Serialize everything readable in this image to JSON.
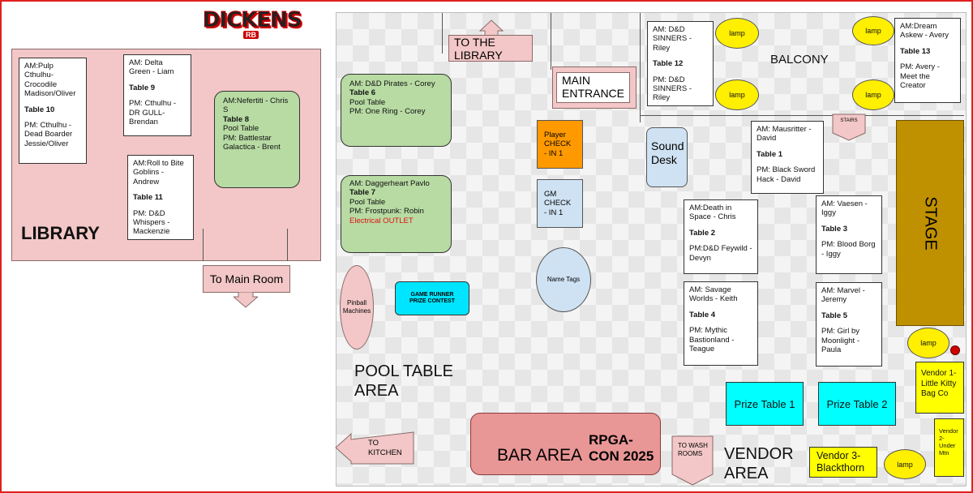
{
  "logo": {
    "text": "DICKENS",
    "sub": "RB"
  },
  "library": {
    "label": "LIBRARY",
    "table10": {
      "am": "AM:Pulp Cthulhu-Crocodile Madison/Oliver",
      "table": "Table 10",
      "pm": "PM: Cthulhu - Dead Boarder Jessie/Oliver"
    },
    "table9": {
      "am": "AM: Delta Green - Liam",
      "table": "Table 9",
      "pm": "PM: Cthulhu -DR GULL- Brendan"
    },
    "table8": {
      "am": "AM:Nefertiti - Chris S",
      "table": "Table 8",
      "sub": "Pool Table",
      "pm": "PM: Battlestar Galactica - Brent"
    },
    "table11": {
      "am": "AM:Roll to Bite Goblins - Andrew",
      "table": "Table 11",
      "pm": "PM: D&D Whispers - Mackenzie"
    },
    "to_main": "To Main Room"
  },
  "main": {
    "to_library": "TO THE LIBRARY",
    "main_entrance": "MAIN ENTRANCE",
    "balcony": "BALCONY",
    "table12": {
      "am": "AM: D&D SINNERS - Riley",
      "table": "Table 12",
      "pm": "PM: D&D SINNERS - Riley"
    },
    "table13": {
      "am": "AM:Dream Askew - Avery",
      "table": "Table 13",
      "pm": "PM: Avery - Meet the Creator"
    },
    "stairs": "STAIRS",
    "table6": {
      "am": "AM: D&D Pirates - Corey",
      "table": "Table 6",
      "sub": "Pool Table",
      "pm": "PM: One Ring - Corey"
    },
    "table7": {
      "am": "AM: Daggerheart Pavlo",
      "table": "Table 7",
      "sub": "Pool Table",
      "pm": "PM: Frostpunk: Robin",
      "note": "Electrical OUTLET"
    },
    "player_checkin": "Player CHECK - IN 1",
    "gm_checkin": "GM CHECK - IN 1",
    "sound_desk": "Sound Desk",
    "name_tags": "Name Tags",
    "pinball": "Pinball Machines",
    "game_runner": "GAME RUNNER PRIZE CONTEST",
    "pool_area": "POOL TABLE AREA",
    "table1": {
      "am": "AM: Mausritter - David",
      "table": "Table 1",
      "pm": "PM: Black Sword Hack - David"
    },
    "table2": {
      "am": "AM:Death in Space - Chris",
      "table": "Table 2",
      "pm": "PM:D&D Feywild - Devyn"
    },
    "table3": {
      "am": "AM: Vaesen - Iggy",
      "table": "Table 3",
      "pm": "PM: Blood Borg - Iggy"
    },
    "table4": {
      "am": "AM: Savage Worlds - Keith",
      "table": "Table 4",
      "pm": "PM: Mythic Bastionland - Teague"
    },
    "table5": {
      "am": "AM: Marvel - Jeremy",
      "table": "Table 5",
      "pm": "PM: Girl by Moonlight - Paula"
    },
    "stage": "STAGE",
    "lamp": "lamp",
    "prize1": "Prize Table 1",
    "prize2": "Prize Table 2",
    "vendor1": "Vendor 1- Little Kitty Bag Co",
    "vendor2": "Vendor 2- Under Mtn",
    "vendor3": "Vendor 3- Blackthorn",
    "vendor_area": "VENDOR AREA",
    "bar_area": "BAR AREA",
    "rpga_con": "RPGA-CON 2025",
    "to_kitchen": "TO KITCHEN",
    "to_washrooms": "TO WASH ROOMS"
  }
}
